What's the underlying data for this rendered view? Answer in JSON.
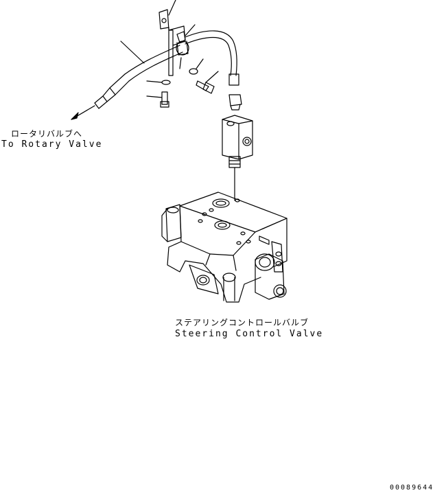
{
  "labels": {
    "rotary_valve_ja": "ロータリバルブへ",
    "rotary_valve_en": "To Rotary Valve",
    "steering_valve_ja": "ステアリングコントロールバルブ",
    "steering_valve_en": "Steering Control Valve",
    "drawing_code": "00089644"
  }
}
